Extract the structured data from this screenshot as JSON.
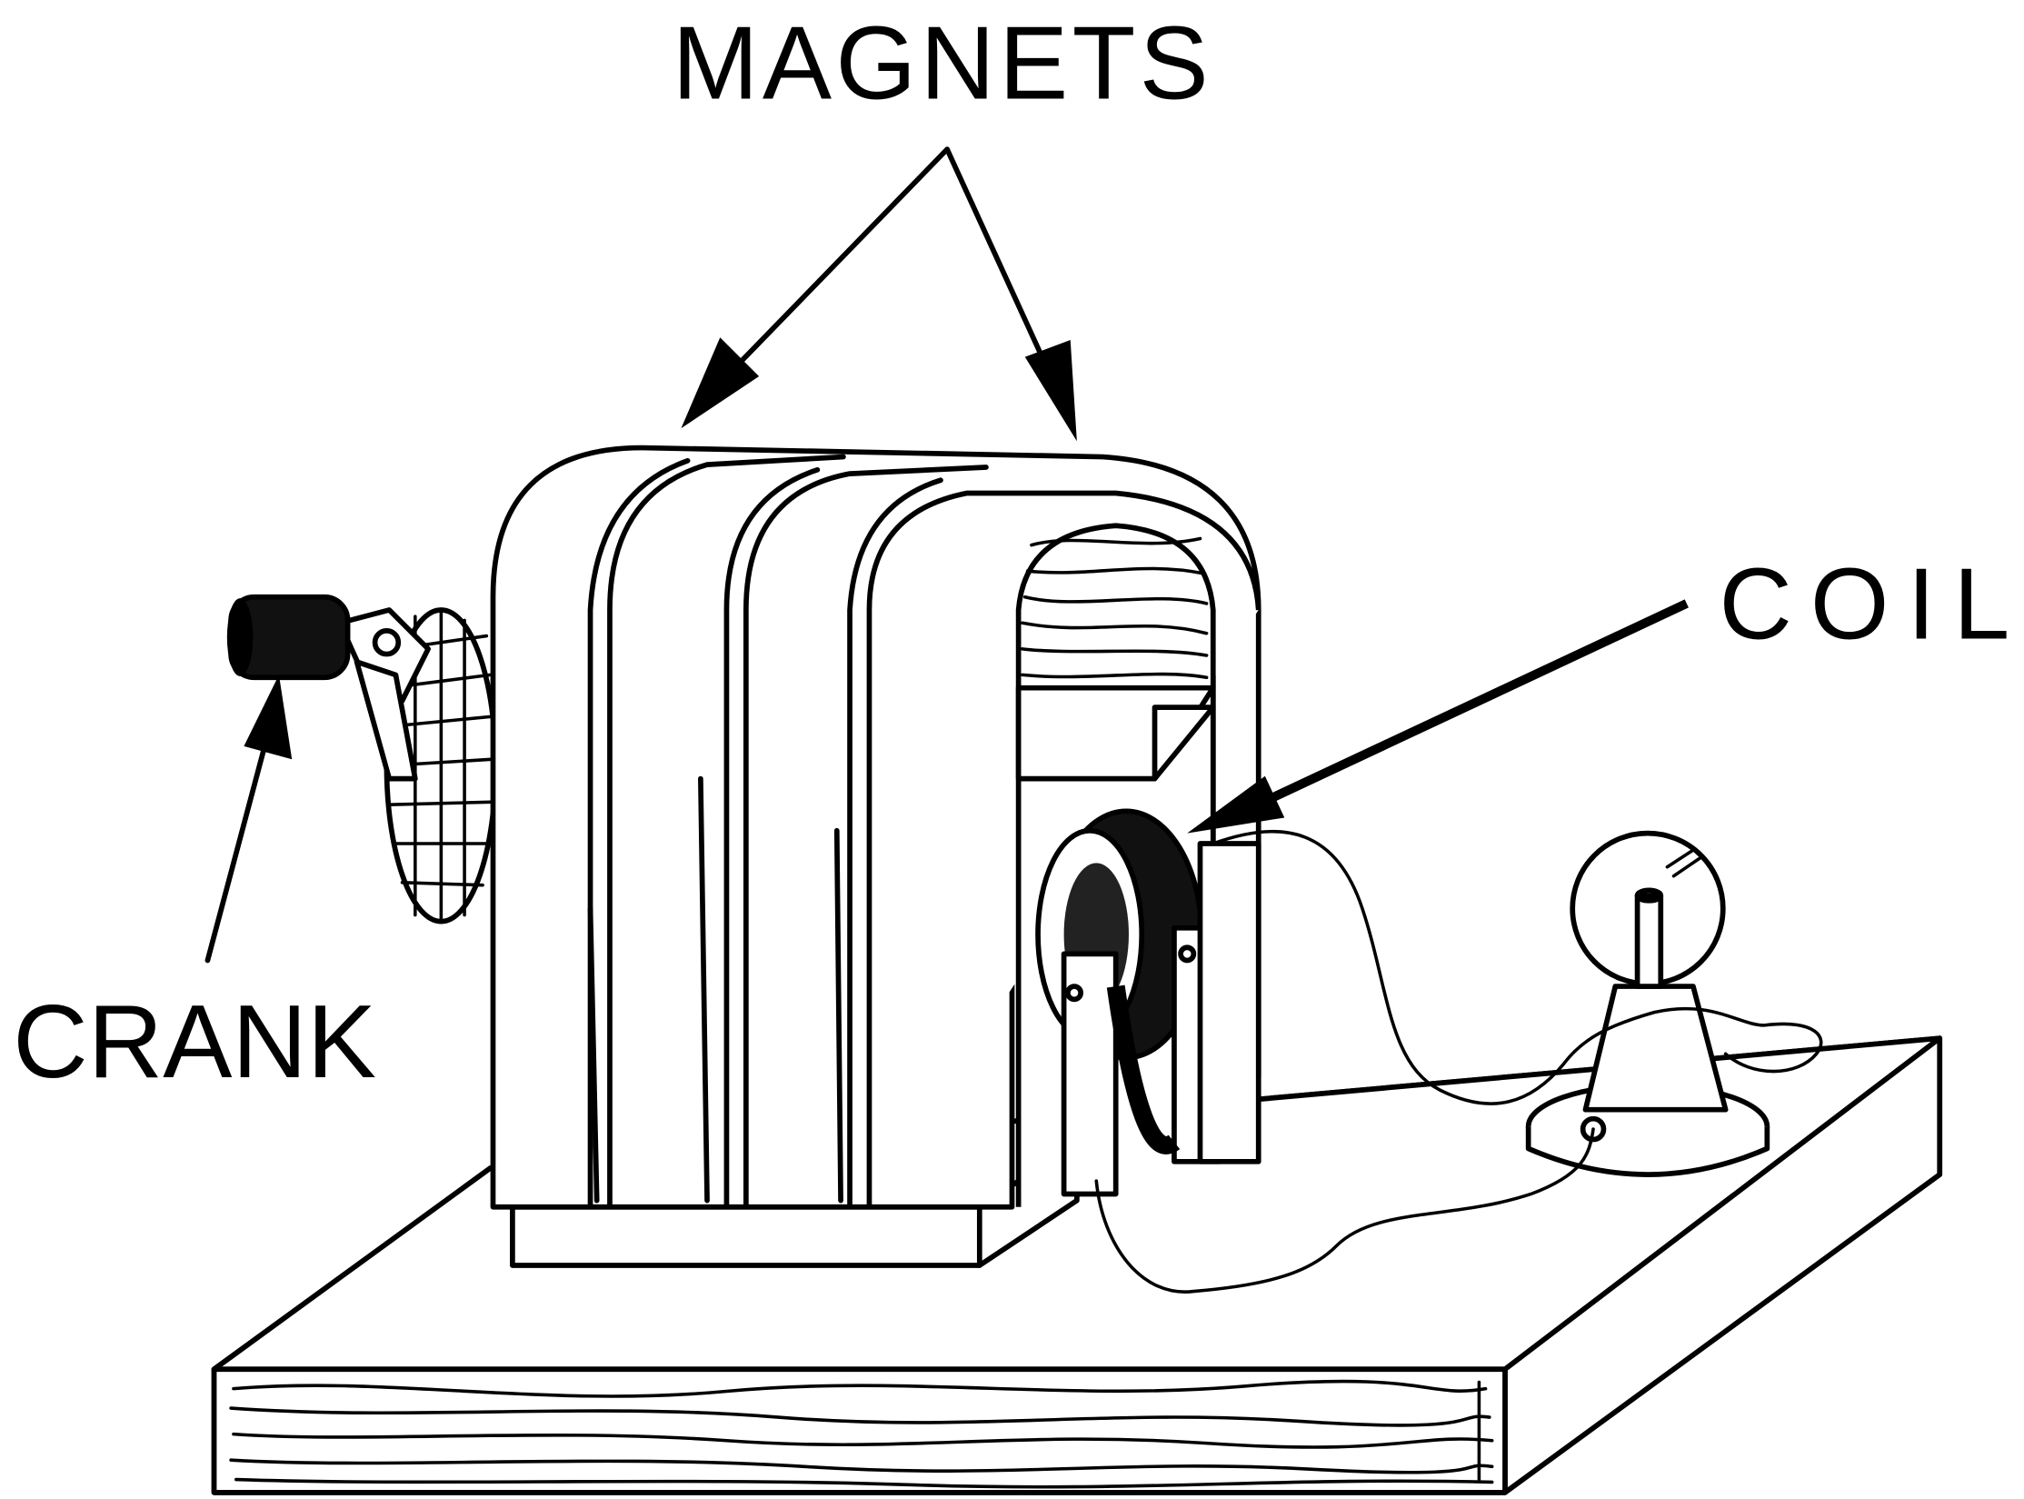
{
  "title": "Hand-cranked generator diagram",
  "labels": {
    "magnets": "MAGNETS",
    "coil": "COIL",
    "crank": "CRANK"
  },
  "colors": {
    "ink": "#000000",
    "background": "#ffffff"
  }
}
